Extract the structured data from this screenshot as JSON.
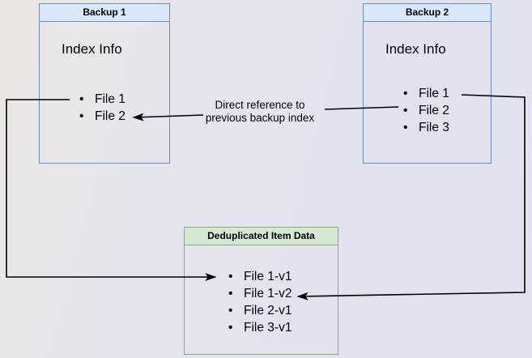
{
  "diagram": {
    "backup1": {
      "title": "Backup 1",
      "index_label": "Index Info",
      "files": [
        "File 1",
        "File 2"
      ]
    },
    "backup2": {
      "title": "Backup 2",
      "index_label": "Index Info",
      "files": [
        "File 1",
        "File 2",
        "File 3"
      ]
    },
    "dedup": {
      "title": "Deduplicated Item Data",
      "items": [
        "File 1-v1",
        "File 1-v2",
        "File 2-v1",
        "File 3-v1"
      ]
    },
    "annotation": "Direct reference to previous backup index",
    "colors": {
      "blue_fill": "#dae8fc",
      "blue_border": "#6c8ebf",
      "green_fill": "#d5e8d4",
      "green_border": "#82b366",
      "arrow": "#010101",
      "text": "#000000"
    }
  }
}
